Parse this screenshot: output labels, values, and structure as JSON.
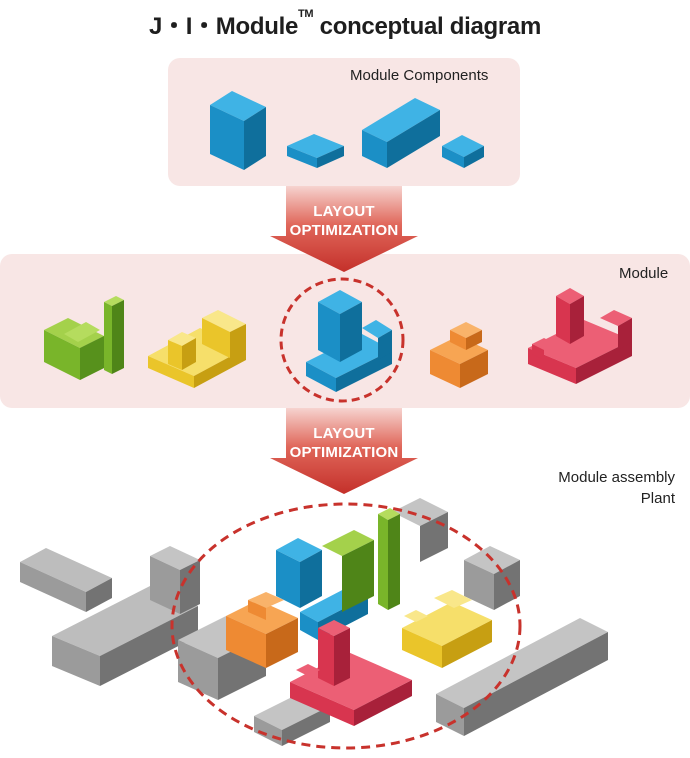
{
  "title": {
    "main": "J・I・Module",
    "tm": "TM",
    "rest": " conceptual diagram"
  },
  "labels": {
    "components": "Module Components",
    "module": "Module",
    "assembly_line1": "Module assembly",
    "assembly_line2": "Plant"
  },
  "arrows": [
    {
      "line1": "LAYOUT",
      "line2": "OPTIMIZATION"
    },
    {
      "line1": "LAYOUT",
      "line2": "OPTIMIZATION"
    }
  ],
  "colors": {
    "panel": "#f8e6e5",
    "arrow_dark": "#c8322c",
    "arrow_light": "#f3c9c4",
    "blue": "#1a8fc8",
    "green": "#79b52a",
    "yellow": "#f0cd2e",
    "orange": "#ee8a33",
    "red": "#d8354f",
    "gray": "#9a9a9a",
    "dashed_circle": "#c8322c"
  }
}
